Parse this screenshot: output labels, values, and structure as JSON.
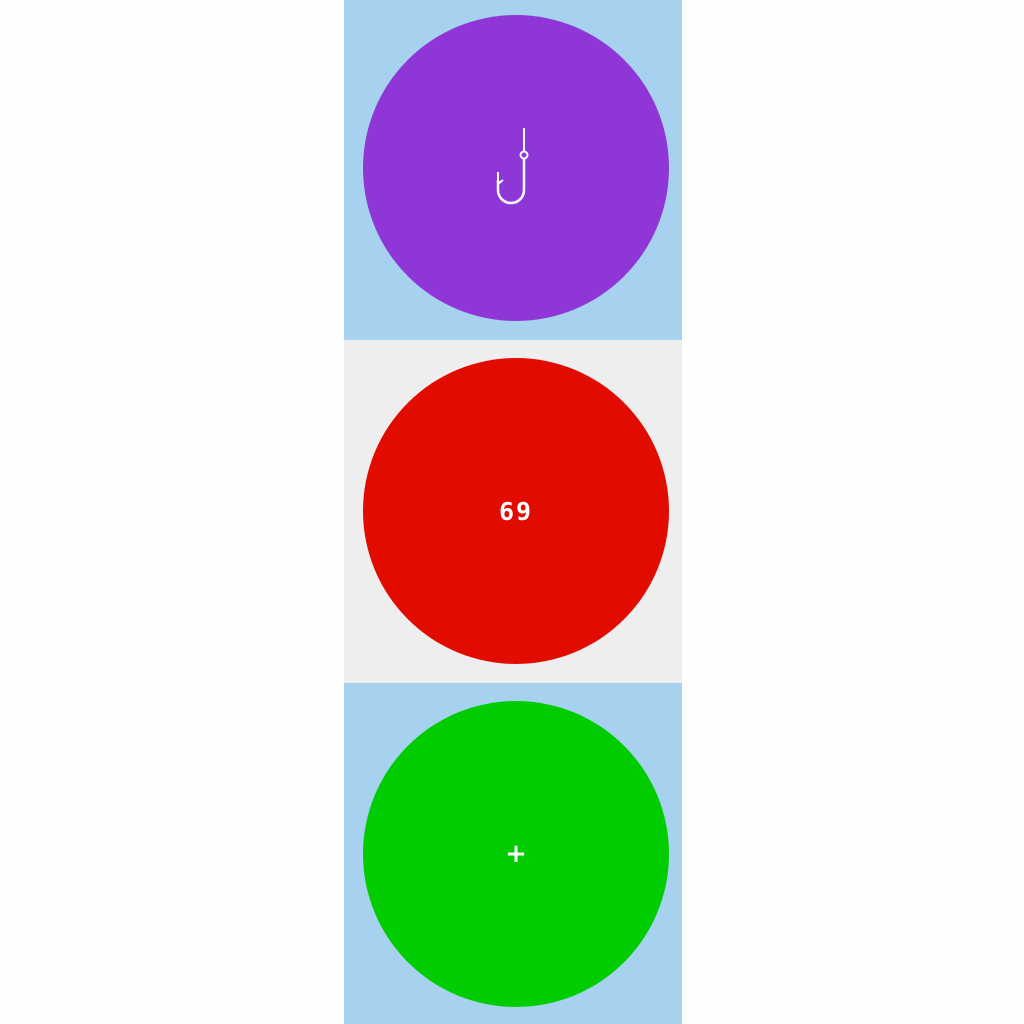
{
  "tiles": [
    {
      "id": "hook-tile",
      "background": "#a6d2f0",
      "circle_color": "#8e36d6",
      "icon": "fish-hook-icon"
    },
    {
      "id": "count-tile",
      "background": "#eeeeee",
      "circle_color": "#e20b00",
      "label": "69"
    },
    {
      "id": "add-tile",
      "background": "#a6d2f0",
      "circle_color": "#00cc00",
      "label": "+",
      "icon": "plus-icon"
    }
  ]
}
